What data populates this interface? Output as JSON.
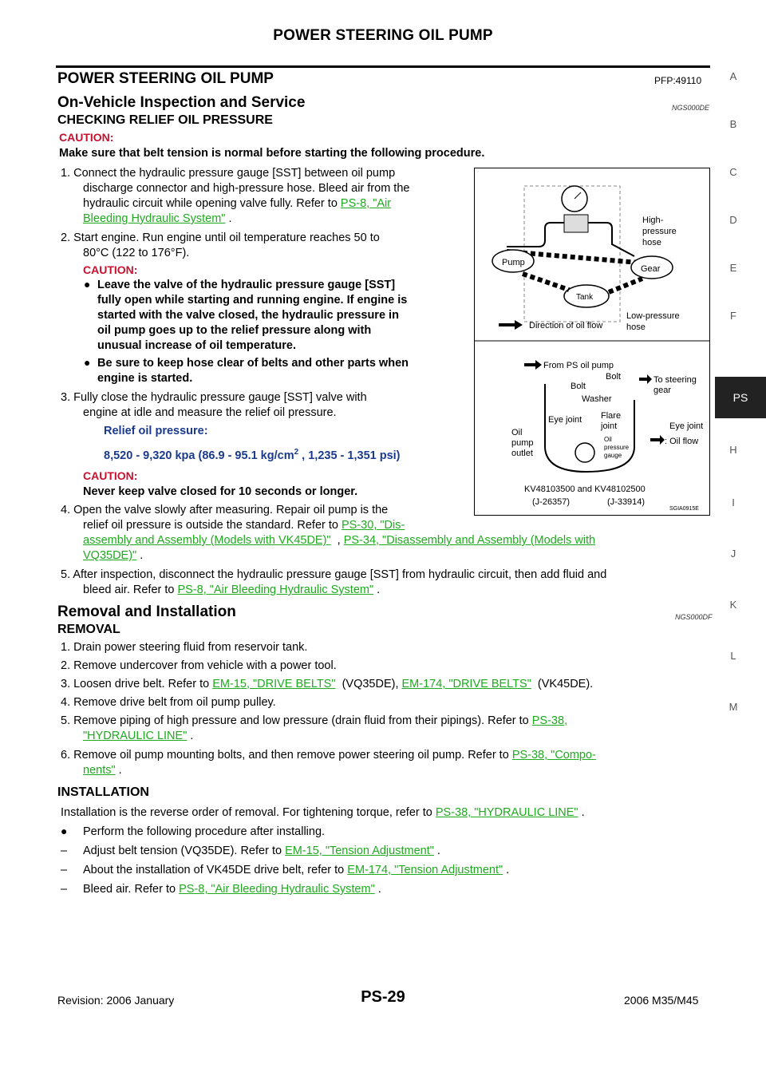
{
  "header": {
    "title": "POWER STEERING OIL PUMP"
  },
  "section": {
    "title": "POWER STEERING OIL PUMP",
    "code": "PFP:49110"
  },
  "inspection": {
    "title": "On-Vehicle Inspection and Service",
    "code": "NGS000DE",
    "subtitle": "CHECKING RELIEF OIL PRESSURE",
    "caution_label": "CAUTION:",
    "caution_text": "Make sure that belt tension is normal before starting the following procedure.",
    "step1_a": "1.  Connect the hydraulic pressure gauge [SST] between oil pump",
    "step1_b": "discharge connector and high-pressure hose. Bleed air from the",
    "step1_c": "hydraulic circuit while opening valve fully. Refer to",
    "step1_link_a": "PS-8, \"Air",
    "step1_link_b": "Bleeding Hydraulic System\"",
    "step2_a": "2.  Start engine. Run engine until oil temperature reaches 50 to",
    "step2_b": "80°C (122 to 176°F).",
    "caution2_label": "CAUTION:",
    "caution2_b1_a": "Leave the valve of the hydraulic pressure gauge [SST]",
    "caution2_b1_b": "fully open while starting and running engine. If engine is",
    "caution2_b1_c": "started with the valve closed, the hydraulic pressure in",
    "caution2_b1_d": "oil pump goes up to the relief pressure along with",
    "caution2_b1_e": "unusual increase of oil temperature.",
    "caution2_b2_a": "Be sure to keep hose clear of belts and other parts when",
    "caution2_b2_b": "engine is started.",
    "step3_a": "3.  Fully close the hydraulic pressure gauge [SST] valve with",
    "step3_b": "engine at idle and measure the relief oil pressure.",
    "relief_label": "Relief oil pressure:",
    "relief_value_a": "8,520 - 9,320 kpa (86.9 - 95.1 kg/cm",
    "relief_value_sup": "2",
    "relief_value_b": " , 1,235 - 1,351 psi)",
    "caution3_label": "CAUTION:",
    "caution3_text": "Never keep valve closed for 10 seconds or longer.",
    "step4_a": "4.  Open the valve slowly after measuring. Repair oil pump is the",
    "step4_b": "relief oil pressure is outside the standard. Refer to",
    "step4_link1_a": "PS-30, \"Dis-",
    "step4_link1_b": "assembly and Assembly (Models with VK45DE)\"",
    "step4_link2_a": "PS-34, \"Disassembly and Assembly (Models with",
    "step4_link2_b": "VQ35DE)\"",
    "step5_a": "5.  After inspection, disconnect the hydraulic pressure gauge [SST] from hydraulic circuit, then add fluid and",
    "step5_b": "bleed air. Refer to",
    "step5_link": "PS-8, \"Air Bleeding Hydraulic System\""
  },
  "figure": {
    "top": {
      "pump": "Pump",
      "gear": "Gear",
      "tank": "Tank",
      "high": [
        "High-",
        "pressure",
        "hose"
      ],
      "low": [
        "Low-pressure",
        "hose"
      ],
      "direction": "Direction of oil flow"
    },
    "bottom": {
      "from_pump": "From PS oil pump",
      "bolt1": "Bolt",
      "bolt2": "Bolt",
      "washer": "Washer",
      "to_steering": [
        "To steering",
        "gear"
      ],
      "eye_joint_l": "Eye joint",
      "flare": [
        "Flare",
        "joint"
      ],
      "eye_joint_r": "Eye joint",
      "oil_pump_outlet": [
        "Oil",
        "pump",
        "outlet"
      ],
      "gauge": [
        "Oil",
        "pressure",
        "gauge"
      ],
      "oil_flow": ": Oil flow",
      "kv": "KV48103500 and KV48102500",
      "j1": "(J-26357)",
      "j2": "(J-33914)",
      "fig_code": "SGIA0915E"
    }
  },
  "removal": {
    "title": "Removal and Installation",
    "code": "NGS000DF",
    "subtitle": "REMOVAL",
    "s1": "1.  Drain power steering fluid from reservoir tank.",
    "s2": "2.  Remove undercover from vehicle with a power tool.",
    "s3": "3.  Loosen drive belt. Refer to",
    "s3_link1": "EM-15, \"DRIVE BELTS\"",
    "s3_mid": "(VQ35DE),",
    "s3_link2": "EM-174, \"DRIVE BELTS\"",
    "s3_end": "(VK45DE).",
    "s4": "4.  Remove drive belt from oil pump pulley.",
    "s5_a": "5.  Remove piping of high pressure and low pressure (drain fluid from their pipings). Refer to",
    "s5_link_a": "PS-38,",
    "s5_link_b": "\"HYDRAULIC LINE\"",
    "s6_a": "6.  Remove oil pump mounting bolts, and then remove power steering oil pump. Refer to",
    "s6_link_a": "PS-38, \"Compo-",
    "s6_link_b": "nents\""
  },
  "installation": {
    "subtitle": "INSTALLATION",
    "intro": "Installation is the reverse order of removal. For tightening torque, refer to",
    "intro_link": "PS-38, \"HYDRAULIC LINE\"",
    "bullet": "Perform the following procedure after installing.",
    "d1": "Adjust belt tension (VQ35DE). Refer to",
    "d1_link": "EM-15, \"Tension Adjustment\"",
    "d2": "About the installation of VK45DE drive belt, refer to",
    "d2_link": "EM-174, \"Tension Adjustment\"",
    "d3": "Bleed air. Refer to",
    "d3_link": "PS-8, \"Air Bleeding Hydraulic System\""
  },
  "side_index": [
    "A",
    "B",
    "C",
    "D",
    "E",
    "F",
    "PS",
    "H",
    "I",
    "J",
    "K",
    "L",
    "M"
  ],
  "footer": {
    "revision": "Revision: 2006 January",
    "page": "PS-29",
    "model": "2006 M35/M45"
  }
}
